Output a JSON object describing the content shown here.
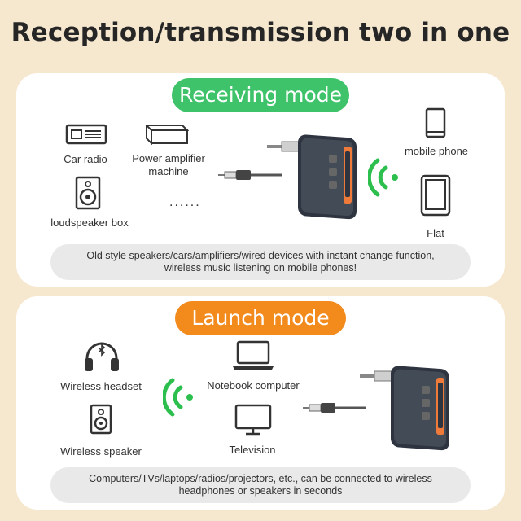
{
  "title": "Reception/transmission two in one",
  "receiving": {
    "badge": "Receiving mode",
    "items": {
      "car_radio": "Car radio",
      "power_amplifier_line1": "Power amplifier",
      "power_amplifier_line2": "machine",
      "loudspeaker_box": "loudspeaker box",
      "more": "......",
      "mobile_phone": "mobile phone",
      "flat": "Flat"
    },
    "note_line1": "Old style speakers/cars/amplifiers/wired devices with instant change function,",
    "note_line2": "wireless music listening on mobile phones!"
  },
  "launch": {
    "badge": "Launch mode",
    "items": {
      "wireless_headset": "Wireless headset",
      "wireless_speaker": "Wireless speaker",
      "notebook_computer": "Notebook computer",
      "television": "Television"
    },
    "note_line1": "Computers/TVs/laptops/radios/projectors, etc., can be connected to wireless",
    "note_line2": "headphones or speakers in seconds"
  },
  "colors": {
    "background": "#f6e7cf",
    "receiving_accent": "#3ec36a",
    "launch_accent": "#f28a1c",
    "wifi": "#2cbf4e"
  },
  "icons": [
    "car-radio-icon",
    "amplifier-icon",
    "speaker-icon",
    "phone-icon",
    "tablet-icon",
    "wireless-signal-icon",
    "aux-cable-icon",
    "bluetooth-adapter-icon",
    "headphones-icon",
    "laptop-icon",
    "monitor-icon"
  ]
}
